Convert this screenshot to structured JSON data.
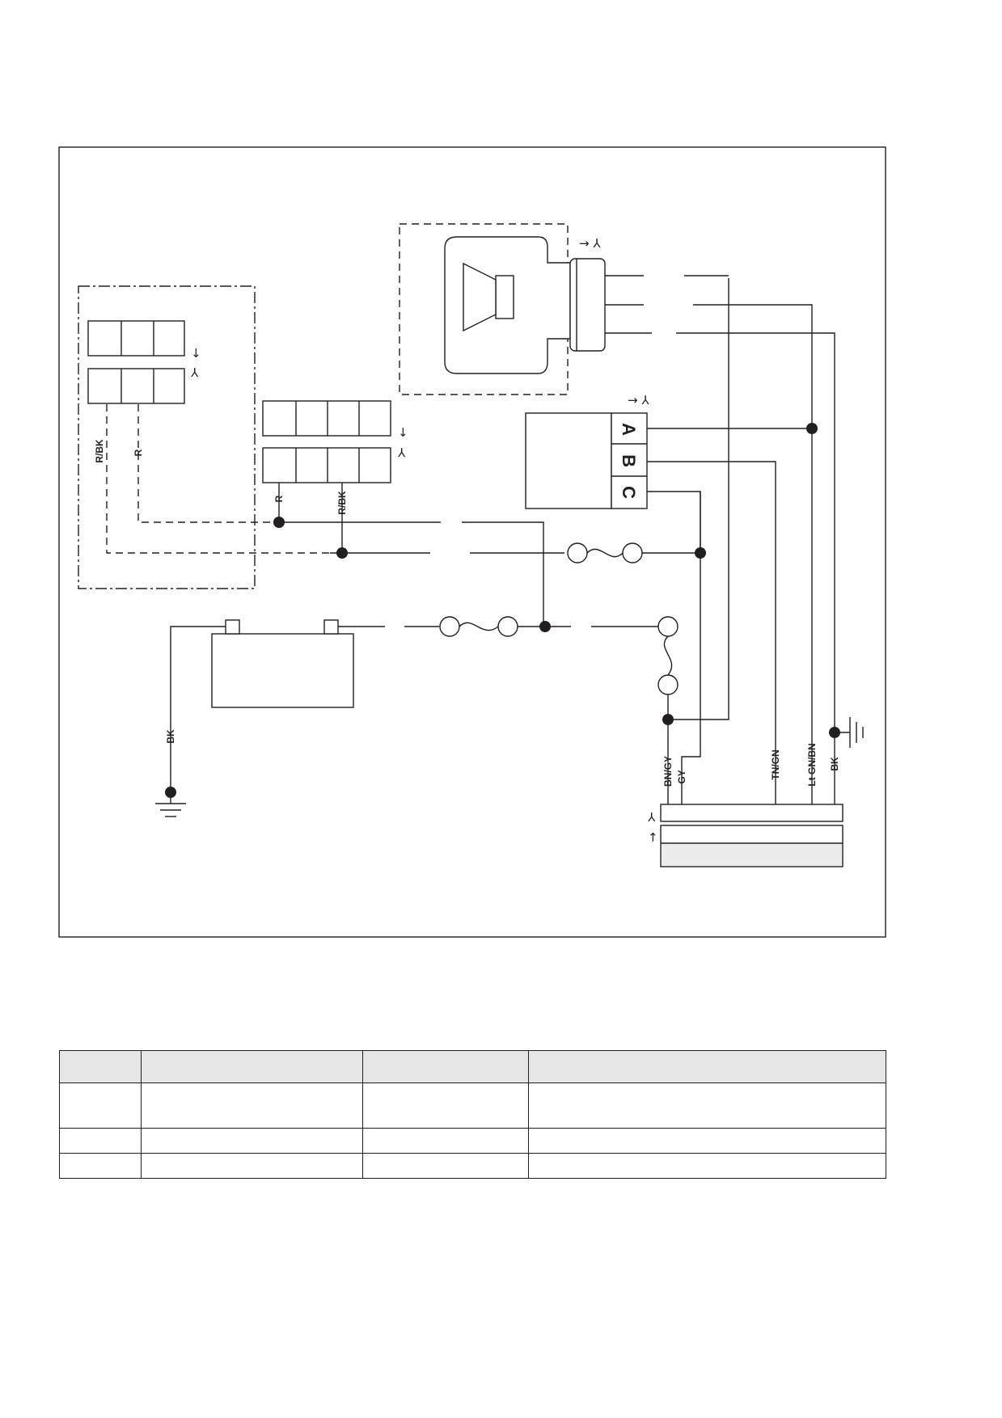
{
  "diagram": {
    "wire_labels": {
      "rbk_left": "R/BK",
      "r_left": "R",
      "r_mid": "R",
      "rbk_mid": "R/BK",
      "bk_battery": "BK",
      "bn_gy": "BN/GY",
      "gy": "GY",
      "tn_gn": "TN/GN",
      "lt_gn_bn": "Lt GN/BN",
      "bk_right": "BK"
    },
    "pins": {
      "a": "A",
      "b": "B",
      "c": "C"
    }
  },
  "table": {
    "columns": [
      "",
      "",
      "",
      ""
    ],
    "rows": [
      [
        "",
        "",
        "",
        ""
      ],
      [
        "",
        "",
        "",
        ""
      ],
      [
        "",
        "",
        "",
        ""
      ]
    ]
  }
}
